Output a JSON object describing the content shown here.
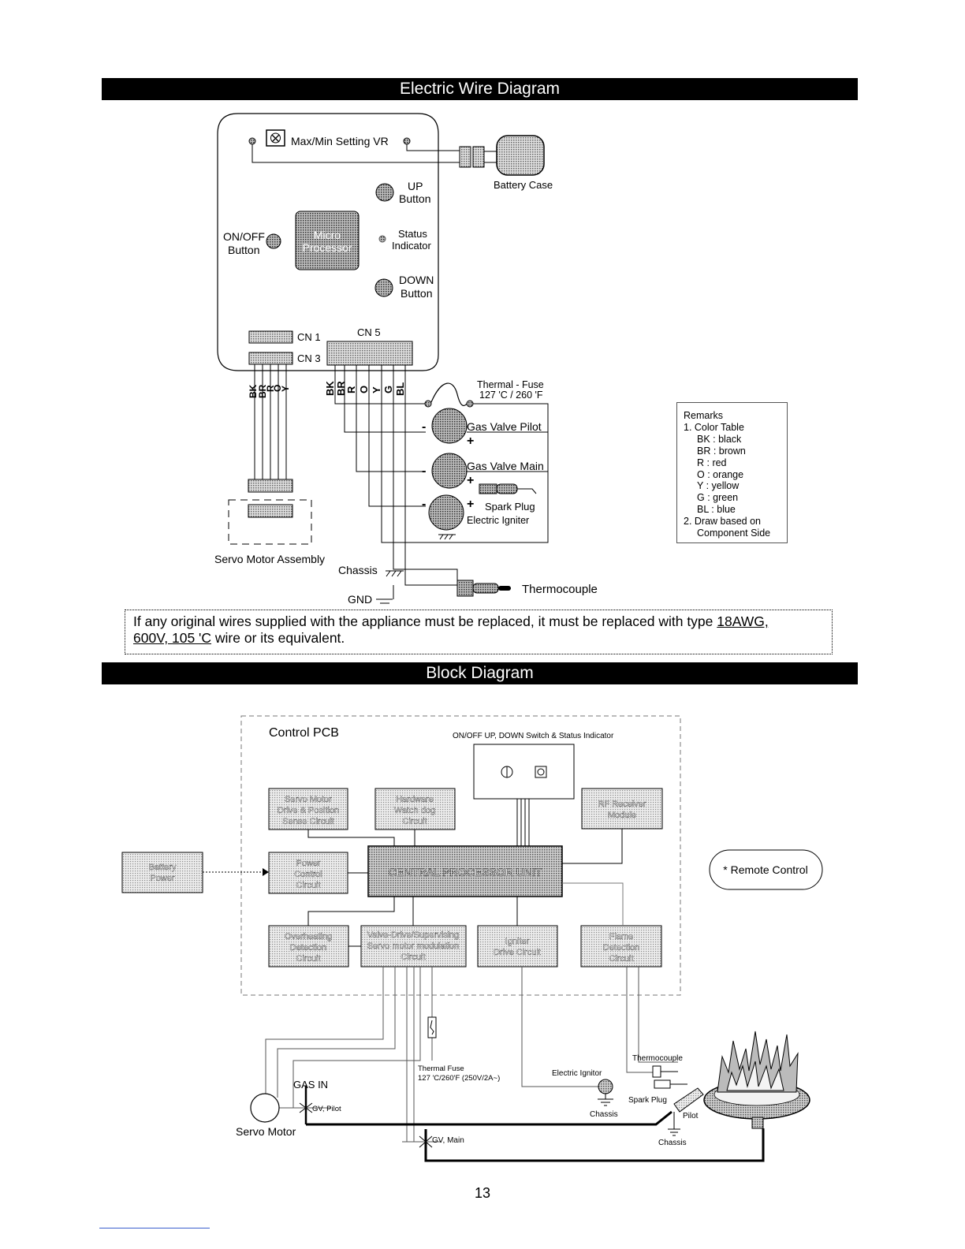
{
  "wire_diagram": {
    "banner": "Electric Wire Diagram",
    "max_min_vr": "Max/Min Setting VR",
    "battery_case": "Battery Case",
    "up_button": [
      "UP",
      "Button"
    ],
    "on_off_button": [
      "ON/OFF",
      "Button"
    ],
    "micro_processor": [
      "Micro",
      "Processor"
    ],
    "status_indicator": [
      "Status",
      "Indicator"
    ],
    "down_button": [
      "DOWN",
      "Button"
    ],
    "cn1": "CN 1",
    "cn3": "CN 3",
    "cn5": "CN 5",
    "cn3_wires": [
      "BK",
      "BR",
      "R",
      "O",
      "Y"
    ],
    "cn5_wires": [
      "BK",
      "BR",
      "R",
      "O",
      "Y",
      "G",
      "BL"
    ],
    "thermal_fuse": [
      "Thermal - Fuse",
      "127 'C / 260 'F"
    ],
    "gas_valve_pilot": "Gas Valve Pilot",
    "gas_valve_main": "Gas Valve Main",
    "spark_plug": "Spark Plug",
    "electric_igniter": "Electric Igniter",
    "minus": "-",
    "plus": "+",
    "servo_motor_assembly": "Servo Motor Assembly",
    "chassis": "Chassis",
    "thermocouple": "Thermocouple",
    "gnd": "GND",
    "remarks": {
      "title": "Remarks",
      "item1": "1. Color Table",
      "colors": [
        "BK  : black",
        "BR  : brown",
        "R    : red",
        "O    : orange",
        "Y    : yellow",
        "G    : green",
        "BL  : blue"
      ],
      "item2": "2. Draw based on",
      "item2b": "Component Side"
    },
    "notice": {
      "text1": "If any original wires supplied with the appliance must be replaced, it must be replaced with type ",
      "u1": "18AWG,",
      "u2": "600V, 105 'C",
      "text2": " wire or its equivalent."
    }
  },
  "block_diagram": {
    "banner": "Block Diagram",
    "control_pcb": "Control PCB",
    "switch_label": "ON/OFF UP, DOWN Switch & Status Indicator",
    "servo_drive": [
      "Servo Motor",
      "Drive & Position",
      "Sense Circuit"
    ],
    "watchdog": [
      "Hardware",
      "Watch dog",
      "Circuit"
    ],
    "rf_receiver": [
      "RF Receiver",
      "Module"
    ],
    "battery_power": [
      "Battery",
      "Power"
    ],
    "power_control": [
      "Power",
      "Control",
      "Circuit"
    ],
    "cpu": "CENTRAL PROCESSOR UNIT",
    "remote_control": "* Remote Control",
    "overheating": [
      "Overheating",
      "Detection",
      "Circuit"
    ],
    "valve_drive": [
      "Valve-Drive/Supervising",
      "Servo motor modulation",
      "Circuit"
    ],
    "igniter_drive": [
      "Igniter",
      "Drive Circuit"
    ],
    "flame_detection": [
      "Flame",
      "Detection",
      "Circuit"
    ],
    "thermal_fuse": [
      "Thermal Fuse",
      "127 'C/260'F (250V/2A~)"
    ],
    "electric_ignitor": "Electric Ignitor",
    "thermocouple": "Thermocouple",
    "spark_plug": "Spark Plug",
    "pilot": "Pilot",
    "chassis": "Chassis",
    "gas_in": "GAS IN",
    "gv_pilot": "GV, Pilot",
    "gv_main": "GV, Main",
    "servo_motor": "Servo Motor"
  },
  "page_number": "13"
}
